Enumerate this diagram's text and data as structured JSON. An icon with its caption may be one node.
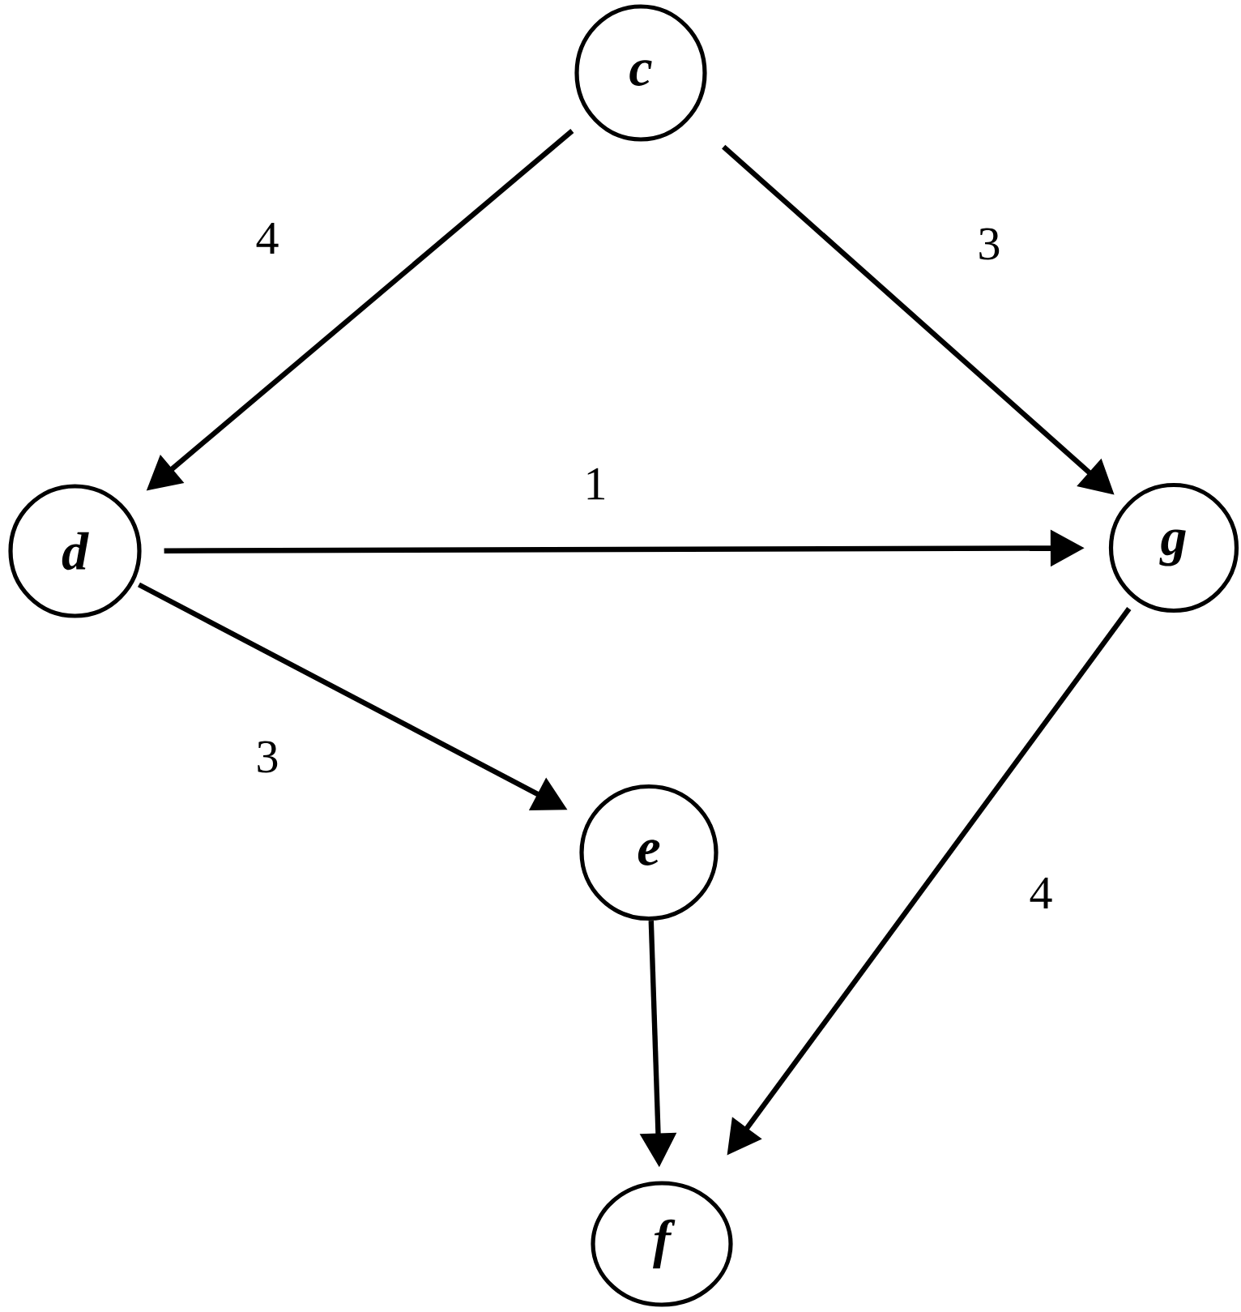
{
  "diagram": {
    "nodes": [
      {
        "text": [
          "c"
        ]
      },
      {
        "text": [
          "d"
        ]
      },
      {
        "text": [
          "g"
        ]
      },
      {
        "text": [
          "e"
        ]
      },
      {
        "text": [
          "f"
        ]
      }
    ],
    "edges": [
      {
        "from": 0,
        "to": 1,
        "arrow": "to",
        "label": "4"
      },
      {
        "from": 0,
        "to": 2,
        "arrow": "to",
        "label": "3"
      },
      {
        "from": 1,
        "to": 2,
        "arrow": "to",
        "label": "1"
      },
      {
        "from": 1,
        "to": 3,
        "arrow": "to",
        "label": "3"
      },
      {
        "from": 3,
        "to": 4,
        "arrow": "to"
      },
      {
        "from": 2,
        "to": 4,
        "arrow": "to",
        "label": "4"
      }
    ]
  }
}
